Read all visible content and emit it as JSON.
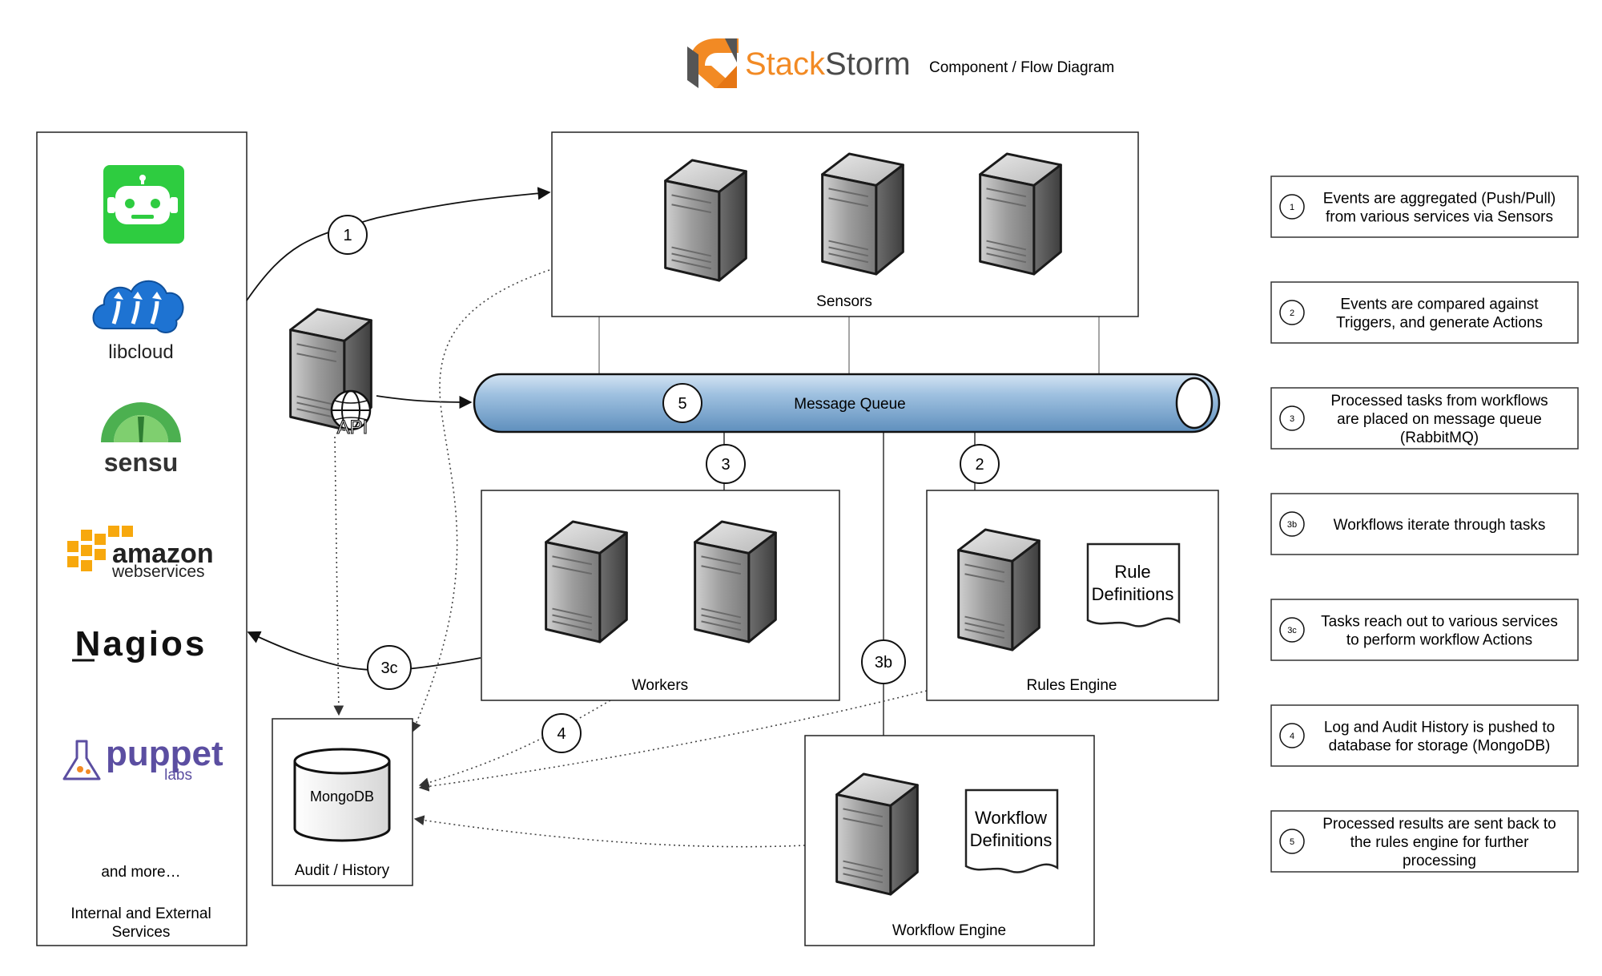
{
  "header": {
    "brand": "StackStorm",
    "brand_stack": "Stack",
    "brand_storm": "Storm",
    "subtitle": "Component / Flow Diagram"
  },
  "services_panel": {
    "items": [
      {
        "name": "robot-logo-icon",
        "label": ""
      },
      {
        "name": "libcloud-logo-icon",
        "label": "libcloud"
      },
      {
        "name": "sensu-logo-icon",
        "label": "sensu"
      },
      {
        "name": "amazon-web-services-logo-icon",
        "label_main": "amazon",
        "label_sub": "webservices"
      },
      {
        "name": "nagios-logo-icon",
        "label": "Nagios"
      },
      {
        "name": "puppet-labs-logo-icon",
        "label_main": "puppet",
        "label_sub": "labs"
      }
    ],
    "more": "and more…",
    "caption_line1": "Internal and External",
    "caption_line2": "Services"
  },
  "components": {
    "sensors": "Sensors",
    "message_queue": "Message Queue",
    "api": "API",
    "workers": "Workers",
    "rules_engine": "Rules Engine",
    "rule_definitions_line1": "Rule",
    "rule_definitions_line2": "Definitions",
    "workflow_engine": "Workflow Engine",
    "workflow_definitions_line1": "Workflow",
    "workflow_definitions_line2": "Definitions",
    "mongodb": "MongoDB",
    "audit_history": "Audit / History"
  },
  "steps": {
    "s1": "1",
    "s2": "2",
    "s3": "3",
    "s3b": "3b",
    "s3c": "3c",
    "s4": "4",
    "s5": "5"
  },
  "legend": [
    {
      "badge": "1",
      "lines": [
        "Events are aggregated (Push/Pull)",
        "from various services via Sensors"
      ]
    },
    {
      "badge": "2",
      "lines": [
        "Events are compared against",
        "Triggers, and generate Actions"
      ]
    },
    {
      "badge": "3",
      "lines": [
        "Processed tasks from workflows",
        "are placed on message queue",
        "(RabbitMQ)"
      ]
    },
    {
      "badge": "3b",
      "lines": [
        "Workflows iterate through tasks"
      ]
    },
    {
      "badge": "3c",
      "lines": [
        "Tasks reach out to various services",
        "to perform workflow Actions"
      ]
    },
    {
      "badge": "4",
      "lines": [
        "Log and Audit History is pushed to",
        "database for storage (MongoDB)"
      ]
    },
    {
      "badge": "5",
      "lines": [
        "Processed results are sent back to",
        "the rules engine for further",
        "processing"
      ]
    }
  ],
  "colors": {
    "brand_orange": "#F28A24",
    "brand_dark": "#4A4A4A",
    "queue_blue": "#8DB3D6",
    "server_gray": "#9A9A9A",
    "robot_green": "#2ECC40",
    "libcloud_blue": "#1E73D2",
    "sensu_green": "#4CB050",
    "aws_orange": "#F7A80D",
    "puppet_purple": "#5B4EA1"
  }
}
